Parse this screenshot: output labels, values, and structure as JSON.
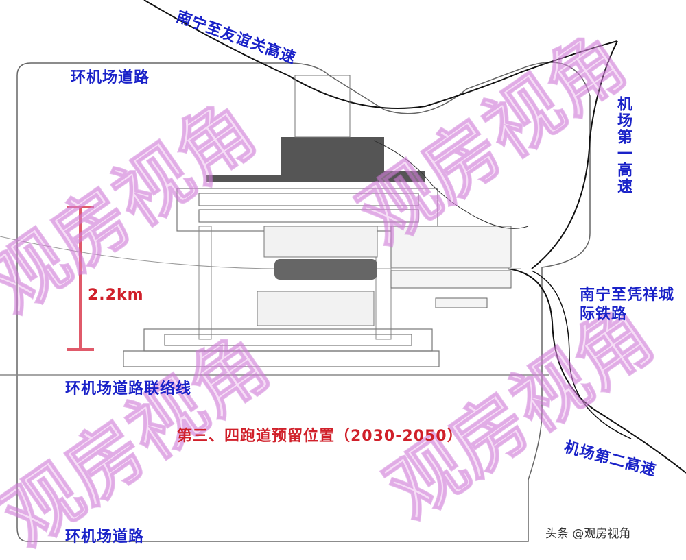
{
  "labels": {
    "highway_north": "南宁至友谊关高速",
    "ring_road_top": "环机场道路",
    "airport_highway_1": "机场第一高速",
    "distance": "2.2km",
    "intercity_rail": "南宁至凭祥城际铁路",
    "ring_road_link": "环机场道路联络线",
    "reserved_runways": "第三、四跑道预留位置（2030-2050）",
    "airport_highway_2": "机场第二高速",
    "ring_road_bottom": "环机场道路"
  },
  "watermark": "观房视角",
  "credit": "头条 @观房视角",
  "colors": {
    "label": "#1a22c8",
    "highlight": "#d0202a",
    "scale_bar": "#e05a6a",
    "watermark": "#e6a0e6"
  }
}
